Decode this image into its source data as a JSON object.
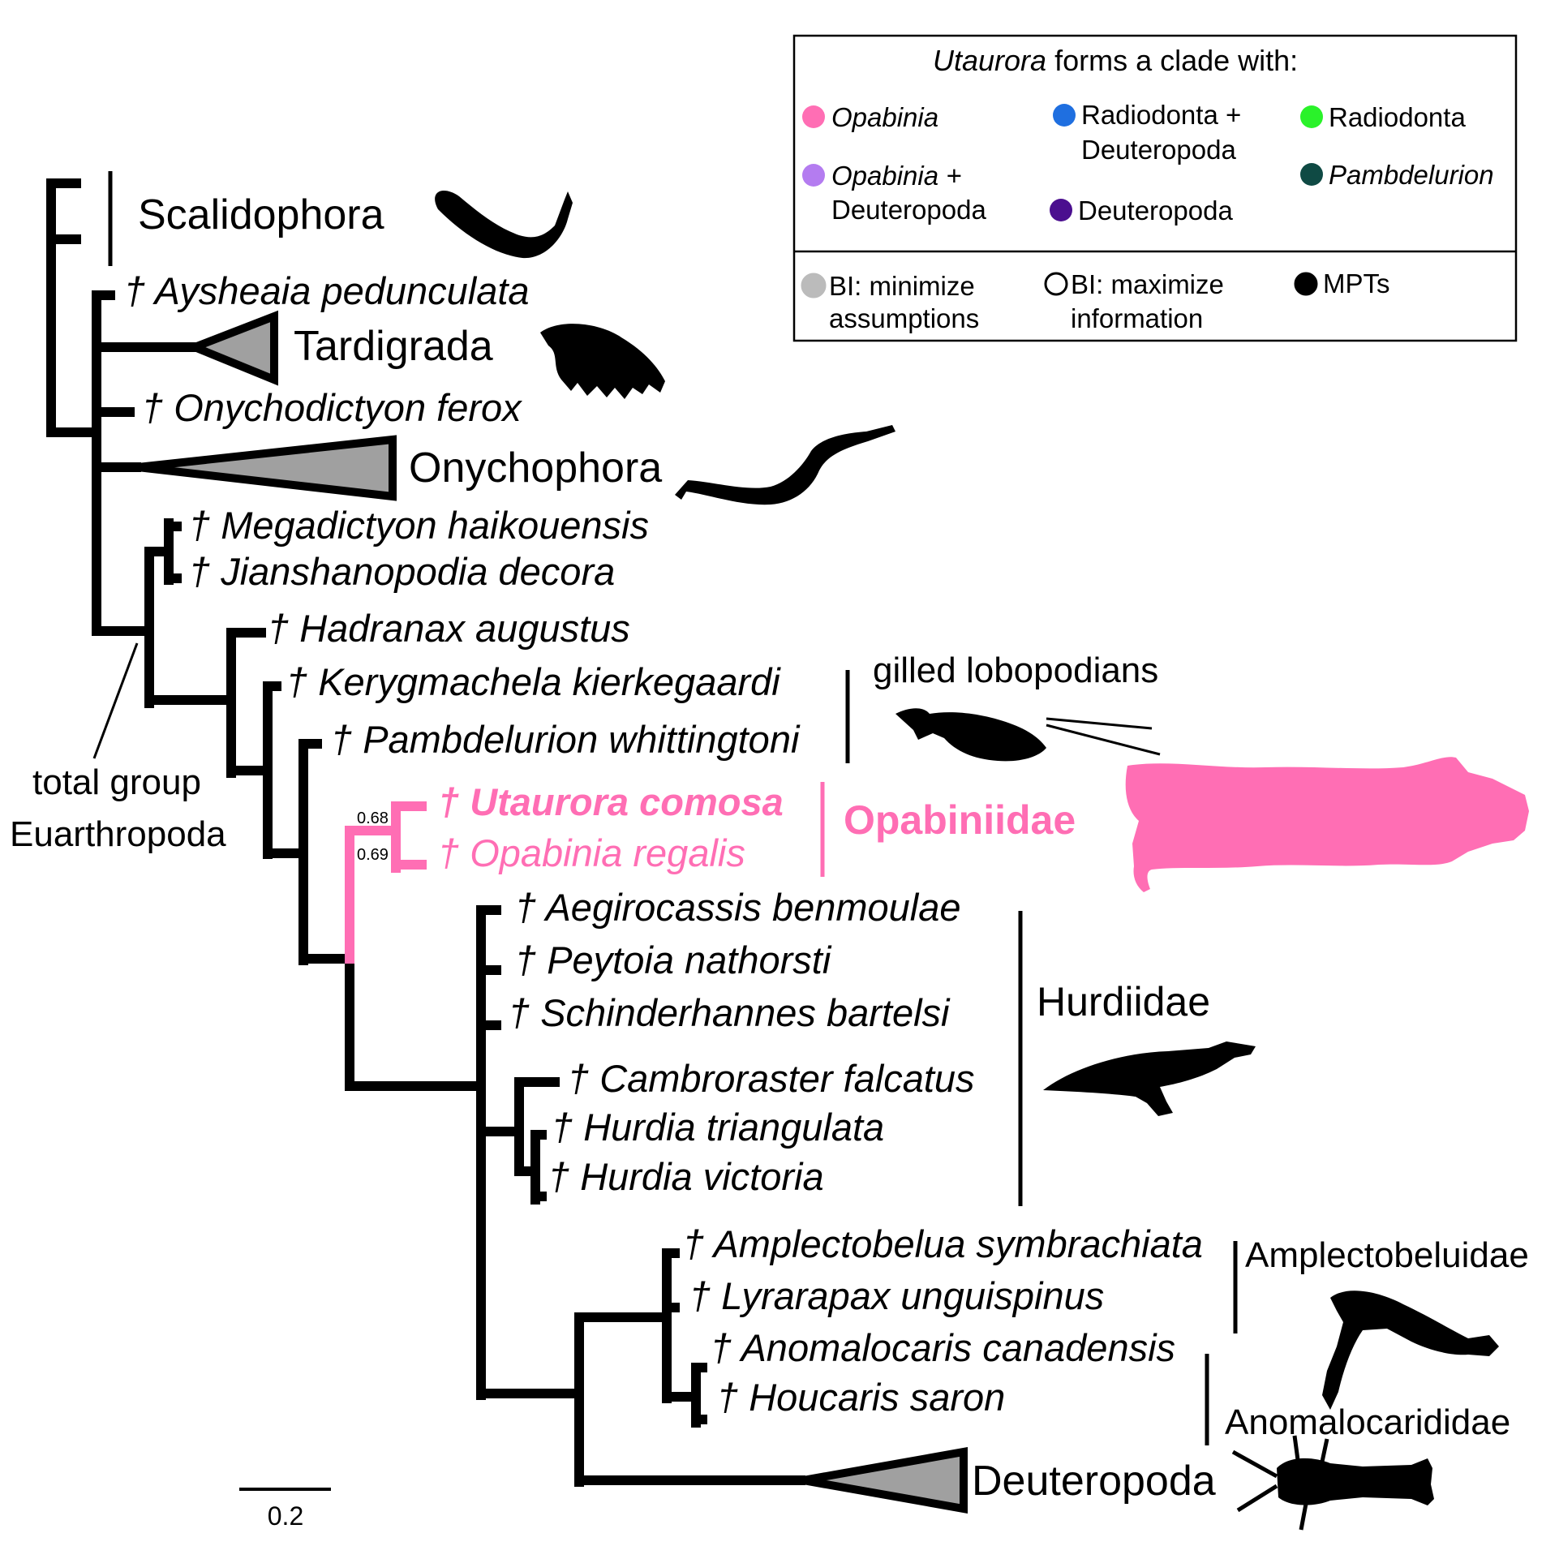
{
  "legend": {
    "title_italic": "Utaurora",
    "title_rest": " forms a clade with:",
    "color_items": [
      {
        "label_line1": "Opabinia",
        "label_line2": "",
        "italic": true,
        "color": "#ff6eb4"
      },
      {
        "label_line1": "Radiodonta +",
        "label_line2": "Deuteropoda",
        "italic": false,
        "color": "#1f6fe0"
      },
      {
        "label_line1": "Radiodonta",
        "label_line2": "",
        "italic": false,
        "color": "#2af22a"
      },
      {
        "label_line1": "Opabinia +",
        "label_line2": "Deuteropoda",
        "italic": true,
        "color": "#b47cf0"
      },
      {
        "label_line1": "Deuteropoda",
        "label_line2": "",
        "italic": false,
        "color": "#4b0f8f"
      },
      {
        "label_line1": "Pambdelurion",
        "label_line2": "",
        "italic": true,
        "color": "#0f4a44"
      }
    ],
    "method_items": [
      {
        "label_line1": "BI: minimize",
        "label_line2": "assumptions",
        "fill": "#bbbbbb",
        "stroke": "#bbbbbb"
      },
      {
        "label_line1": "BI: maximize",
        "label_line2": "information",
        "fill": "#ffffff",
        "stroke": "#000000"
      },
      {
        "label_line1": "MPTs",
        "label_line2": "",
        "fill": "#000000",
        "stroke": "#000000"
      }
    ]
  },
  "taxa": {
    "aysheaia": "† Aysheaia pedunculata",
    "onychodictyon": "† Onychodictyon ferox",
    "megadictyon": "† Megadictyon haikouensis",
    "jianshanopodia": "† Jianshanopodia decora",
    "hadranax": "† Hadranax augustus",
    "kerygmachela": "† Kerygmachela kierkegaardi",
    "pambdelurion": "† Pambdelurion whittingtoni",
    "utaurora": "† Utaurora comosa",
    "opabinia": "† Opabinia regalis",
    "aegirocassis": "† Aegirocassis benmoulae",
    "peytoia": "† Peytoia nathorsti",
    "schinderhannes": "† Schinderhannes bartelsi",
    "cambroraster": "† Cambroraster falcatus",
    "hurdia_tri": "† Hurdia triangulata",
    "hurdia_vic": "† Hurdia victoria",
    "amplectobelua": "† Amplectobelua symbrachiata",
    "lyrarapax": "† Lyrarapax unguispinus",
    "anomalocaris": "† Anomalocaris canadensis",
    "houcaris": "† Houcaris saron"
  },
  "clades": {
    "scalidophora": "Scalidophora",
    "tardigrada": "Tardigrada",
    "onychophora": "Onychophora",
    "deuteropoda": "Deuteropoda",
    "gilled": "gilled lobopodians",
    "opabiniidae": "Opabiniidae",
    "hurdiidae": "Hurdiidae",
    "amplectobeluidae": "Amplectobeluidae",
    "anomalocarididae": "Anomalocarididae",
    "total_group_line1": "total group",
    "total_group_line2": "Euarthropoda"
  },
  "support": {
    "upper": "0.68",
    "lower": "0.69"
  },
  "scale": {
    "label": "0.2"
  },
  "colors": {
    "highlight": "#ff6eb4",
    "wedge": "#a0a0a0",
    "line": "#000000"
  }
}
